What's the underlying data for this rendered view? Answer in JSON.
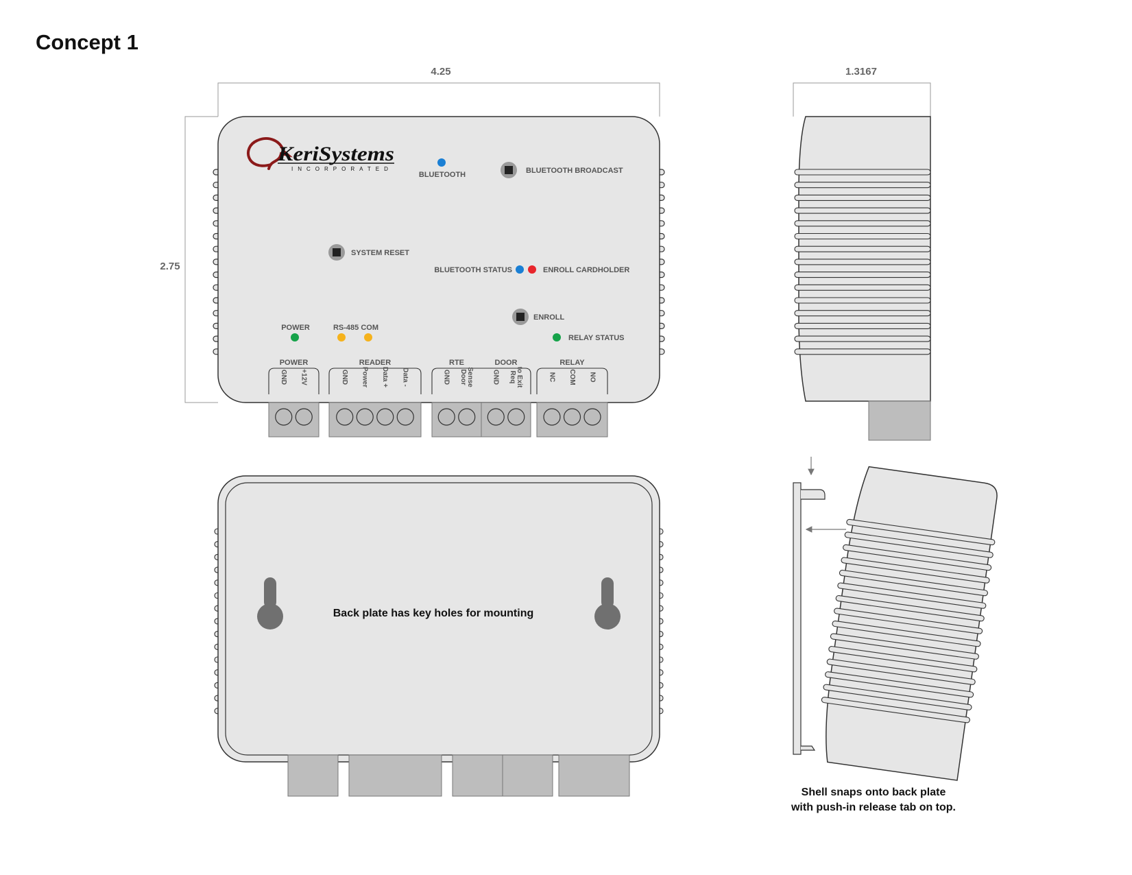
{
  "title": "Concept 1",
  "dimensions": {
    "width": "4.25",
    "height": "2.75",
    "depth": "1.3167"
  },
  "logo": {
    "main": "KeriSystems",
    "sub": "INCORPORATED"
  },
  "front_panel": {
    "indicators": {
      "bluetooth": "BLUETOOTH",
      "bluetooth_broadcast": "BLUETOOTH BROADCAST",
      "system_reset": "SYSTEM RESET",
      "bluetooth_status": "BLUETOOTH STATUS",
      "enroll_cardholder": "ENROLL CARDHOLDER",
      "enroll": "ENROLL",
      "power": "POWER",
      "rs485": "RS-485 COM",
      "relay_status": "RELAY STATUS"
    },
    "terminal_groups": [
      {
        "name": "POWER",
        "pins": [
          [
            "GND"
          ],
          [
            "+12V"
          ]
        ]
      },
      {
        "name": "READER",
        "pins": [
          [
            "GND"
          ],
          [
            "Power"
          ],
          [
            "Data +"
          ],
          [
            "Data -"
          ]
        ]
      },
      {
        "name": "RTE",
        "pins": [
          [
            "GND"
          ],
          [
            "Door",
            "Sense"
          ]
        ]
      },
      {
        "name": "DOOR",
        "pins": [
          [
            "GND"
          ],
          [
            "Req",
            "to Exit"
          ]
        ]
      },
      {
        "name": "RELAY",
        "pins": [
          [
            "NC"
          ],
          [
            "COM"
          ],
          [
            "NO"
          ]
        ]
      }
    ]
  },
  "back_plate": {
    "caption": "Back plate has key holes for mounting"
  },
  "side_caption": {
    "line1": "Shell snaps onto back plate",
    "line2": "with push-in release tab on top."
  },
  "colors": {
    "housing": "#e6e6e6",
    "outline": "#333333",
    "terminal": "#bdbdbd",
    "logo_red": "#8b1a1a",
    "led_blue": "#1a7fd4",
    "led_red": "#e8262c",
    "led_green": "#16a34a",
    "led_amber": "#f5b21c"
  }
}
